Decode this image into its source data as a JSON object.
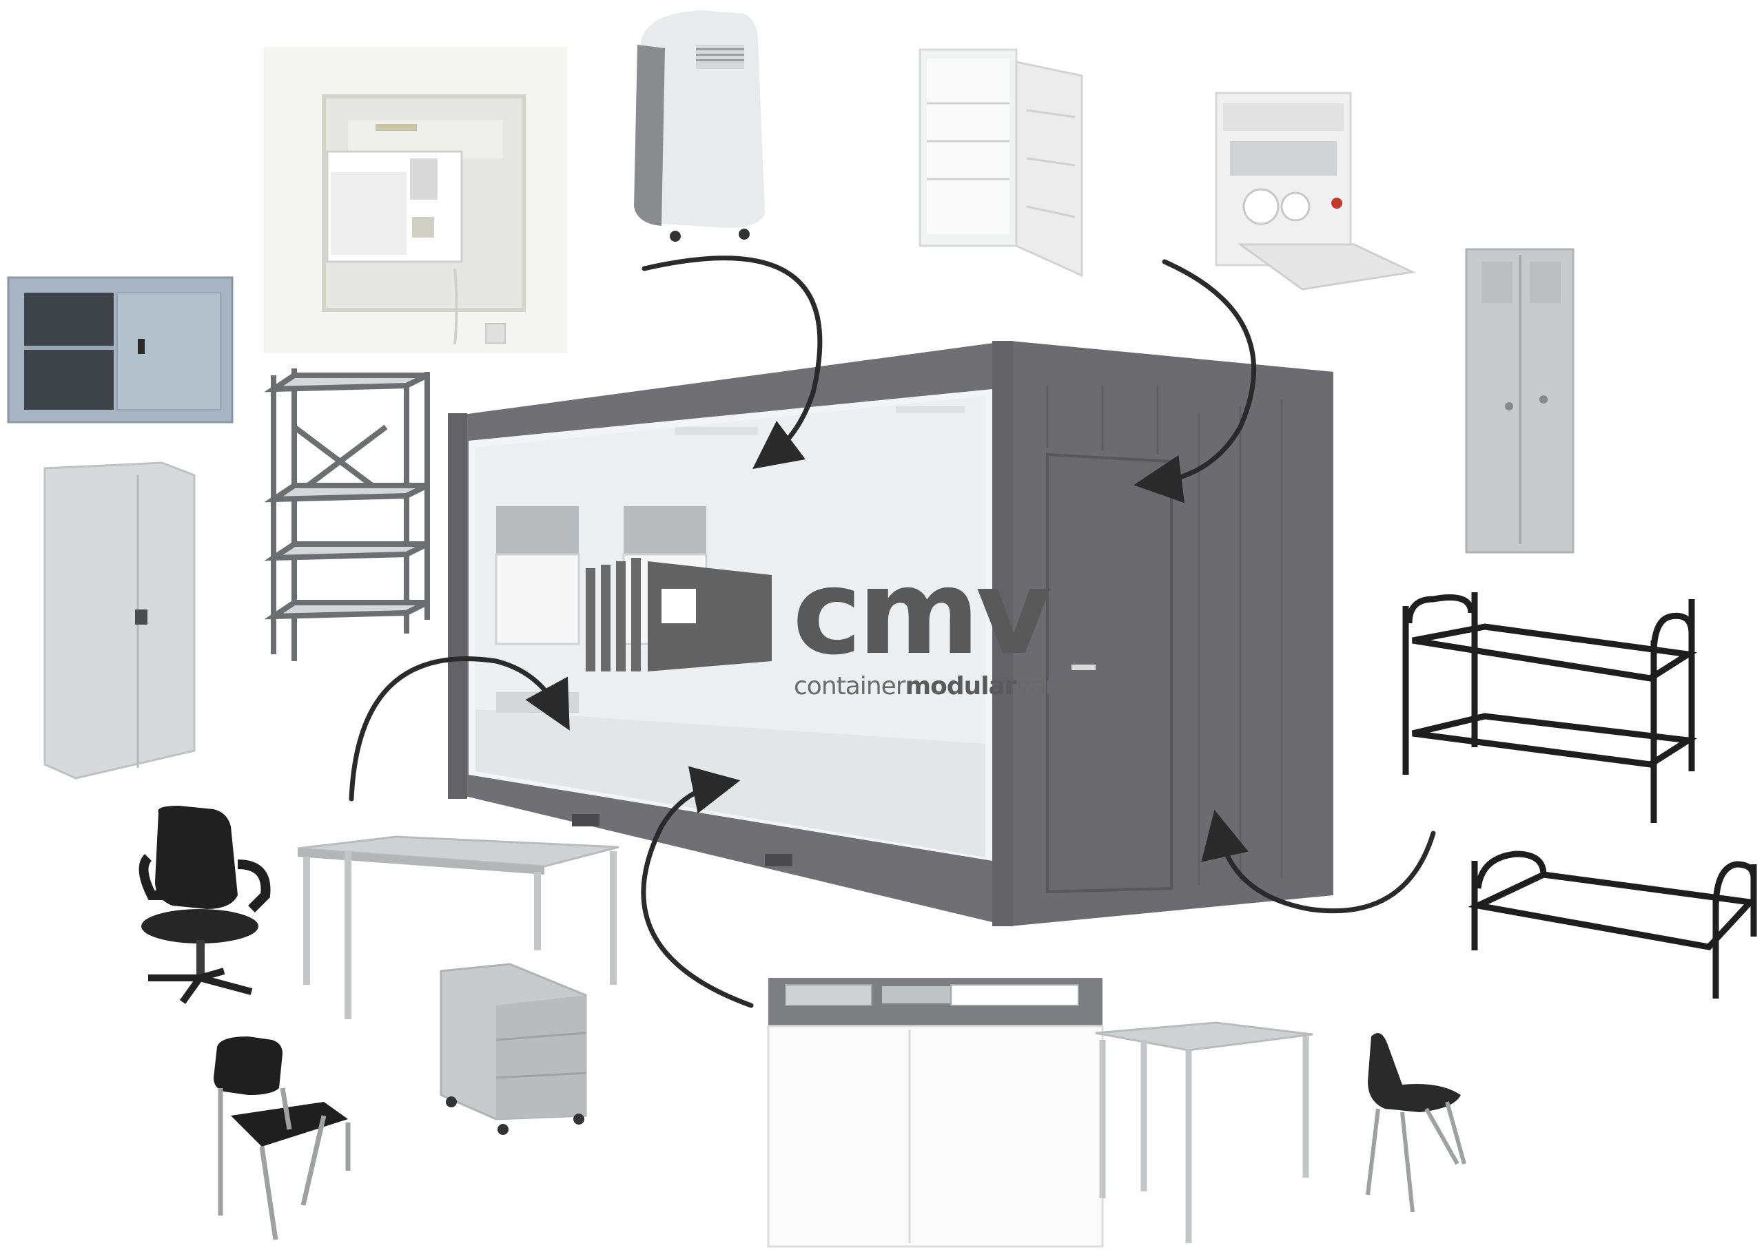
{
  "logo": {
    "word": "cmv",
    "tagline_part1": "container",
    "tagline_part2": "modular",
    "tagline_part3": "vertrieb"
  },
  "colors": {
    "container": "#6f6e72",
    "container_dark": "#5e5d61",
    "container_light": "#8a898d",
    "cabinet_blue": "#a9b4c2",
    "furniture_grey": "#c9cbcd",
    "bed_black": "#1e1e1e",
    "arrow": "#2a2a2a",
    "logo_grey": "#5d5d5d"
  },
  "icons": [
    "window-air-conditioner-icon",
    "portable-air-conditioner-icon",
    "fridge-icon",
    "dishwasher-icon",
    "sliding-door-cabinet-icon",
    "shelving-rack-icon",
    "filing-cabinet-icon",
    "locker-icon",
    "bunk-bed-icon",
    "single-bed-icon",
    "office-chair-icon",
    "office-desk-icon",
    "drawer-pedestal-icon",
    "visitor-chair-icon",
    "kitchenette-icon",
    "small-table-icon",
    "shell-chair-icon",
    "office-container-icon"
  ]
}
